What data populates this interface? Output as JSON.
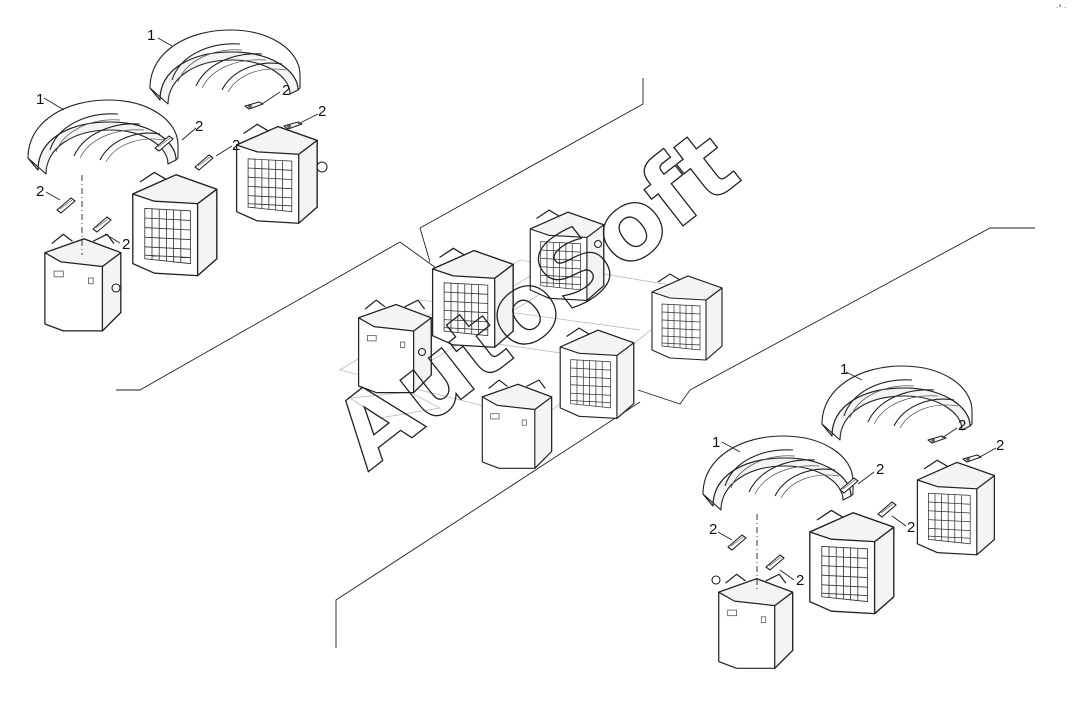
{
  "diagram": {
    "callouts": {
      "fender": "1",
      "bracket": "2"
    },
    "watermark": "AutoSoft",
    "corner_mark": "·° ·"
  }
}
